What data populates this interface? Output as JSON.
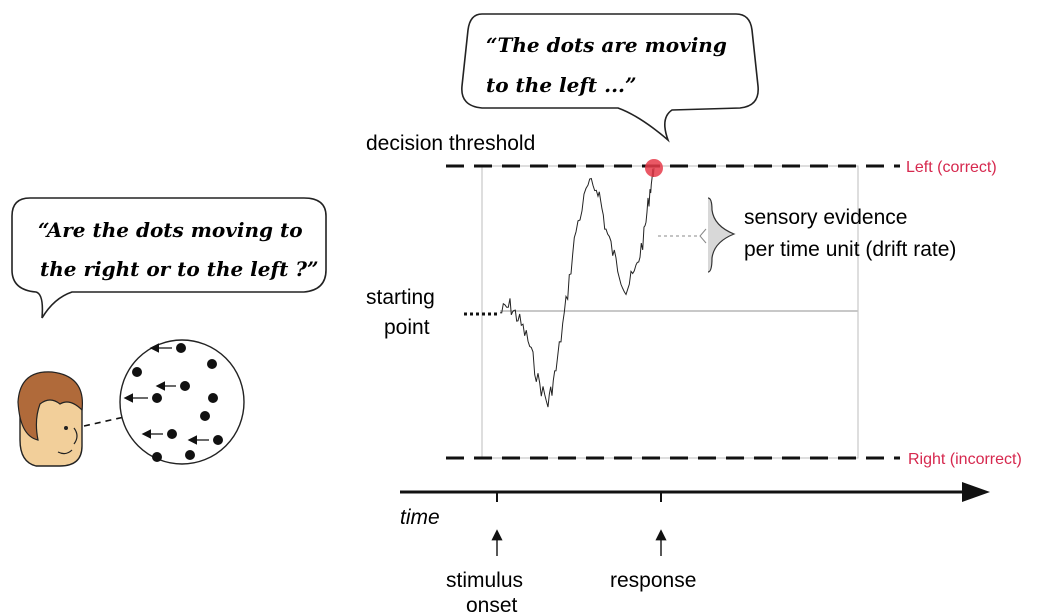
{
  "speech_top": {
    "line1": "“The dots are moving",
    "line2": "to the left ...”"
  },
  "speech_left": {
    "line1": "“Are the dots moving to",
    "line2": "the right or to the left ?”"
  },
  "labels": {
    "decision_threshold": "decision threshold",
    "left_correct": "Left (correct)",
    "right_incorrect": "Right (incorrect)",
    "starting_point_1": "starting",
    "starting_point_2": "point",
    "sensory_evidence_1": "sensory evidence",
    "sensory_evidence_2": "per time unit (drift rate)",
    "time": "time",
    "stimulus_onset_1": "stimulus",
    "stimulus_onset_2": "onset",
    "response": "response"
  },
  "colors": {
    "threshold_red": "#d6284e",
    "response_dot": "#e63b4a",
    "face_hair": "#b06a3a",
    "face_skin": "#f2cf9a"
  }
}
